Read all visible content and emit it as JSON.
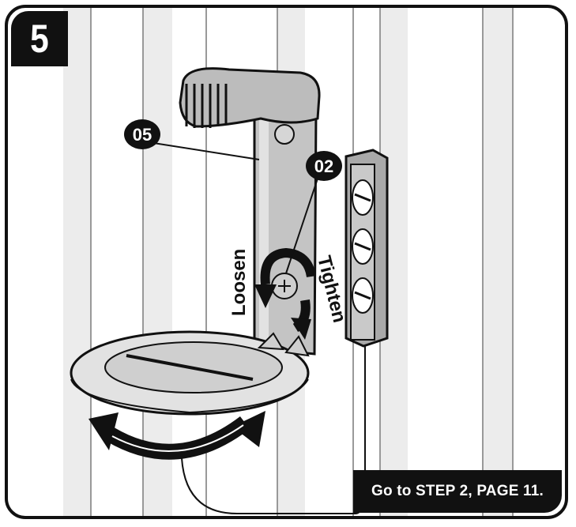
{
  "step": {
    "number": "5"
  },
  "callouts": {
    "part_a": "05",
    "part_b": "02"
  },
  "labels": {
    "loosen": "Loosen",
    "tighten": "Tighten"
  },
  "footer": {
    "text": "Go to STEP 2, PAGE 11."
  },
  "colors": {
    "ink": "#111111",
    "panel": "#ffffff",
    "stripe": "#e6e6e6",
    "metal": "#b8b8b8"
  }
}
